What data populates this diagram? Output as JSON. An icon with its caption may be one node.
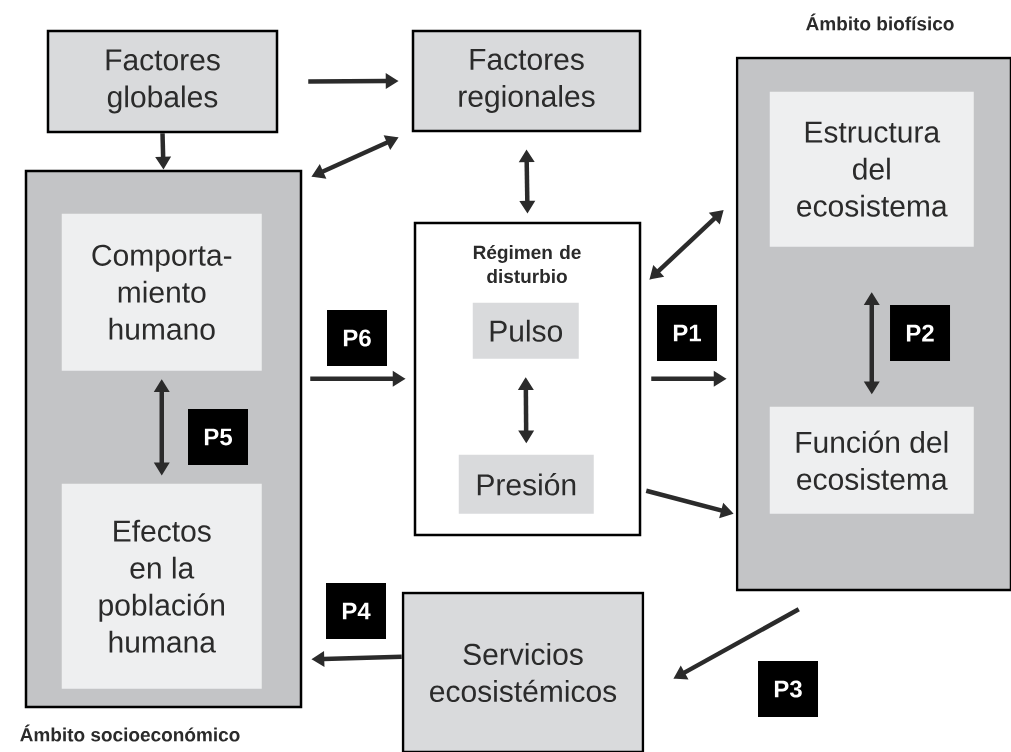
{
  "diagram": {
    "nodes": [
      {
        "text": [
          "Factores globales"
        ]
      },
      {
        "text": [
          "Factores regionales"
        ]
      },
      {
        "text": [
          "Ámbito socioeconómico"
        ]
      },
      {
        "text": [
          "Comporta- miento humano"
        ],
        "in": 2
      },
      {
        "text": [
          "Efectos en la población humana"
        ],
        "in": 2
      },
      {
        "text": [
          "Régimen de disturbio"
        ]
      },
      {
        "text": [
          "Pulso"
        ],
        "in": 5
      },
      {
        "text": [
          "Presión"
        ],
        "in": 5
      },
      {
        "text": [
          "Ámbito biofísico"
        ]
      },
      {
        "text": [
          "Estructura del ecosistema"
        ],
        "in": 8
      },
      {
        "text": [
          "Función del ecosistema"
        ],
        "in": 8
      },
      {
        "text": [
          "Servicios ecosistémicos"
        ]
      }
    ],
    "edges": [
      {
        "from": 0,
        "to": 1,
        "arrow": "to"
      },
      {
        "from": 0,
        "to": 2,
        "arrow": "to"
      },
      {
        "from": 2,
        "to": 1,
        "arrow": "both"
      },
      {
        "from": 1,
        "to": 5,
        "arrow": "both"
      },
      {
        "from": 2,
        "to": 5,
        "arrow": "to",
        "label": "P6"
      },
      {
        "from": 5,
        "to": 8,
        "arrow": "both"
      },
      {
        "from": 5,
        "to": 8,
        "arrow": "to",
        "label": "P1"
      },
      {
        "from": 9,
        "to": 10,
        "arrow": "both",
        "label": "P2"
      },
      {
        "from": 5,
        "to": 8,
        "arrow": "to"
      },
      {
        "from": 6,
        "to": 7,
        "arrow": "both"
      },
      {
        "from": 8,
        "to": 11,
        "arrow": "to",
        "label": "P3"
      },
      {
        "from": 11,
        "to": 2,
        "arrow": "to",
        "label": "P4"
      },
      {
        "from": 3,
        "to": 4,
        "arrow": "both",
        "label": "P5"
      }
    ]
  }
}
